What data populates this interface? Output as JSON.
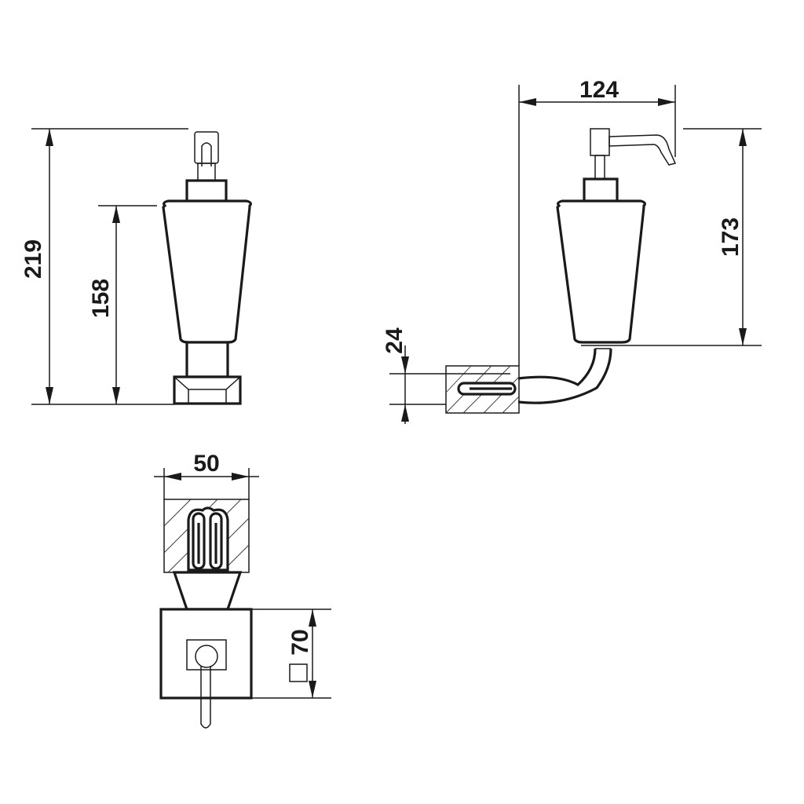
{
  "dimensions": {
    "total_height": "219",
    "container_height": "158",
    "projection": "124",
    "mount_to_top": "173",
    "plate_height": "24",
    "width": "50",
    "square_size": "70"
  },
  "symbols": {
    "square": "square-symbol"
  },
  "colors": {
    "line": "#1a1a1a",
    "background": "#ffffff"
  }
}
